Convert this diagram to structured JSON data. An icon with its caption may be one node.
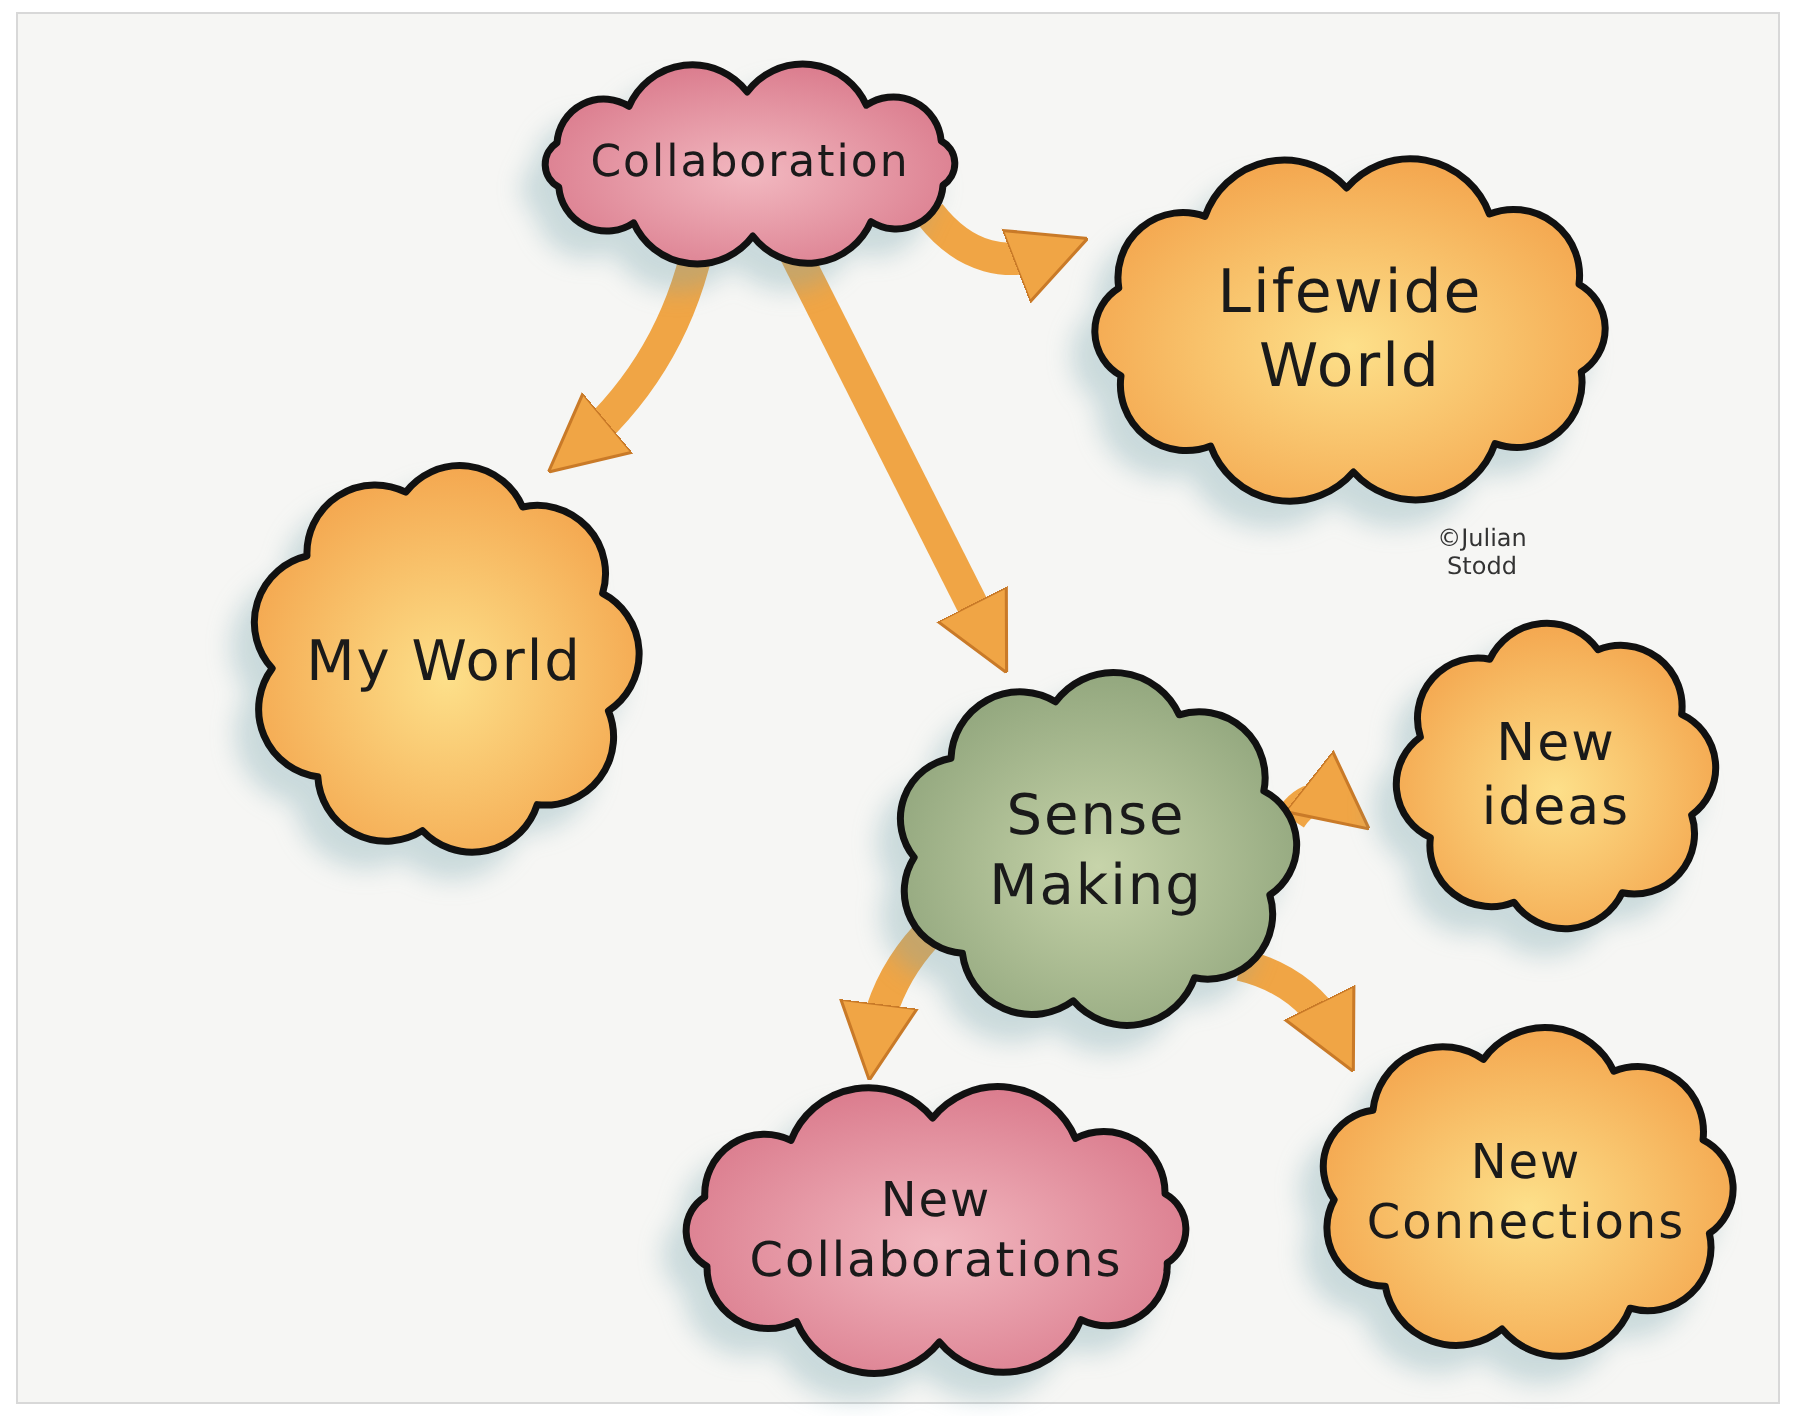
{
  "diagram": {
    "nodes": [
      {
        "text": [
          "Collaboration"
        ]
      },
      {
        "text": [
          "Lifewide World"
        ]
      },
      {
        "text": [
          "My World"
        ]
      },
      {
        "text": [
          "Sense Making"
        ]
      },
      {
        "text": [
          "New ideas"
        ]
      },
      {
        "text": [
          "New Collaborations"
        ]
      },
      {
        "text": [
          "New Connections"
        ]
      }
    ],
    "edges": [
      {
        "from": 0,
        "to": 2,
        "arrow": "to"
      },
      {
        "from": 0,
        "to": 3,
        "arrow": "to"
      },
      {
        "from": 0,
        "to": 1,
        "arrow": "to"
      },
      {
        "from": 3,
        "to": 4,
        "arrow": "to"
      },
      {
        "from": 3,
        "to": 5,
        "arrow": "to"
      },
      {
        "from": 3,
        "to": 6,
        "arrow": "to"
      }
    ],
    "labels": [
      "©Julian Stodd"
    ]
  }
}
